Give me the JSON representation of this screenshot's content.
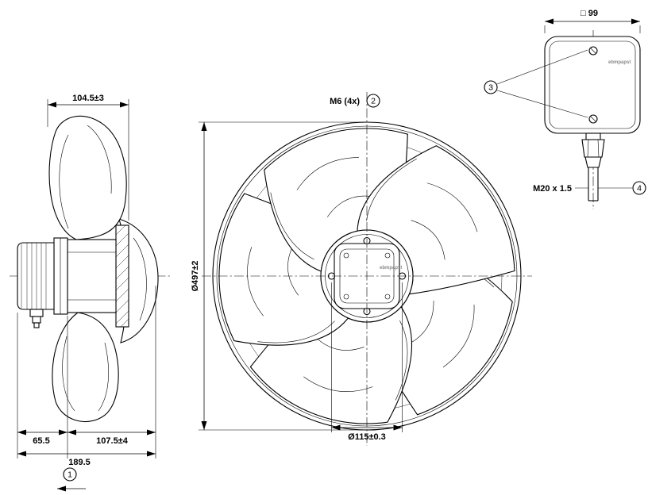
{
  "drawing": {
    "type": "axial-fan-technical-drawing",
    "line_color": "#000000",
    "background": "#ffffff"
  },
  "side_view": {
    "dim_depth": "104.5±3",
    "dim_motor_length": "65.5",
    "dim_impeller_depth": "107.5±4",
    "dim_total_length": "189.5",
    "callout_airflow_direction": "1"
  },
  "front_view": {
    "dim_outer_diameter": "Ø497±2",
    "dim_mounting_screws": "M6 (4x)",
    "callout_mounting_screws": "2",
    "dim_pitch_circle": "Ø115±0.3",
    "hub_brand": "ebmpapst"
  },
  "terminal_box": {
    "dim_width": "□ 99",
    "callout_cover_screws": "3",
    "dim_cable_gland_thread": "M20 x 1.5",
    "callout_cable_gland": "4",
    "brand": "ebmpapst"
  }
}
